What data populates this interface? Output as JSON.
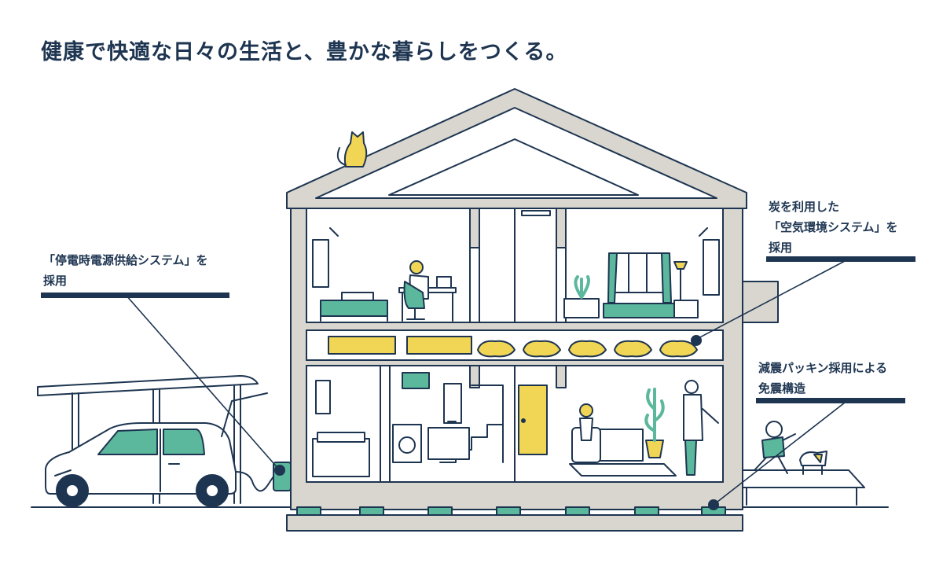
{
  "headline": "健康で快適な日々の生活と、豊かな暮らしをつくる。",
  "callouts": {
    "power": {
      "lines": [
        "「停電時電源供給システム」を",
        "採用"
      ]
    },
    "air": {
      "lines": [
        "炭を利用した",
        "「空気環境システム」を",
        "採用"
      ]
    },
    "quake": {
      "lines": [
        "減震パッキン採用による",
        "免震構造"
      ]
    }
  },
  "colors": {
    "navy": "#1e3551",
    "wall_gray": "#d8d6ce",
    "teal": "#5bb89c",
    "yellow": "#f1d655"
  }
}
